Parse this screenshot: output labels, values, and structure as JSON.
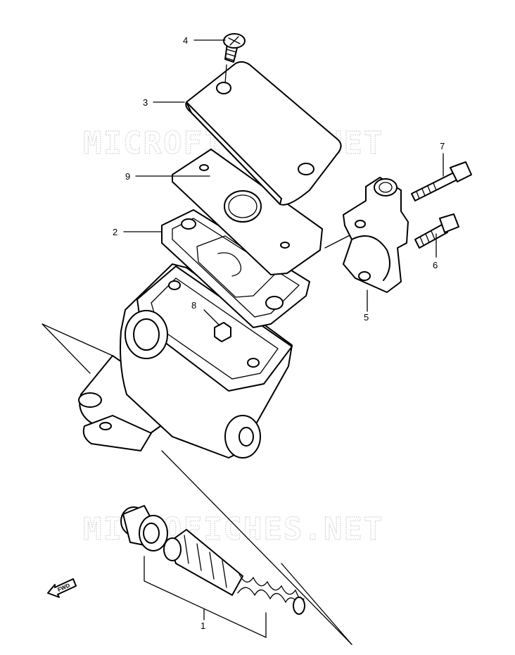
{
  "watermark": "MICROFICHES.NET",
  "fwd_label": "FWD",
  "callouts": {
    "p1": "1",
    "p2": "2",
    "p3": "3",
    "p4": "4",
    "p5": "5",
    "p6": "6",
    "p7": "7",
    "p8": "8",
    "p9": "9"
  }
}
